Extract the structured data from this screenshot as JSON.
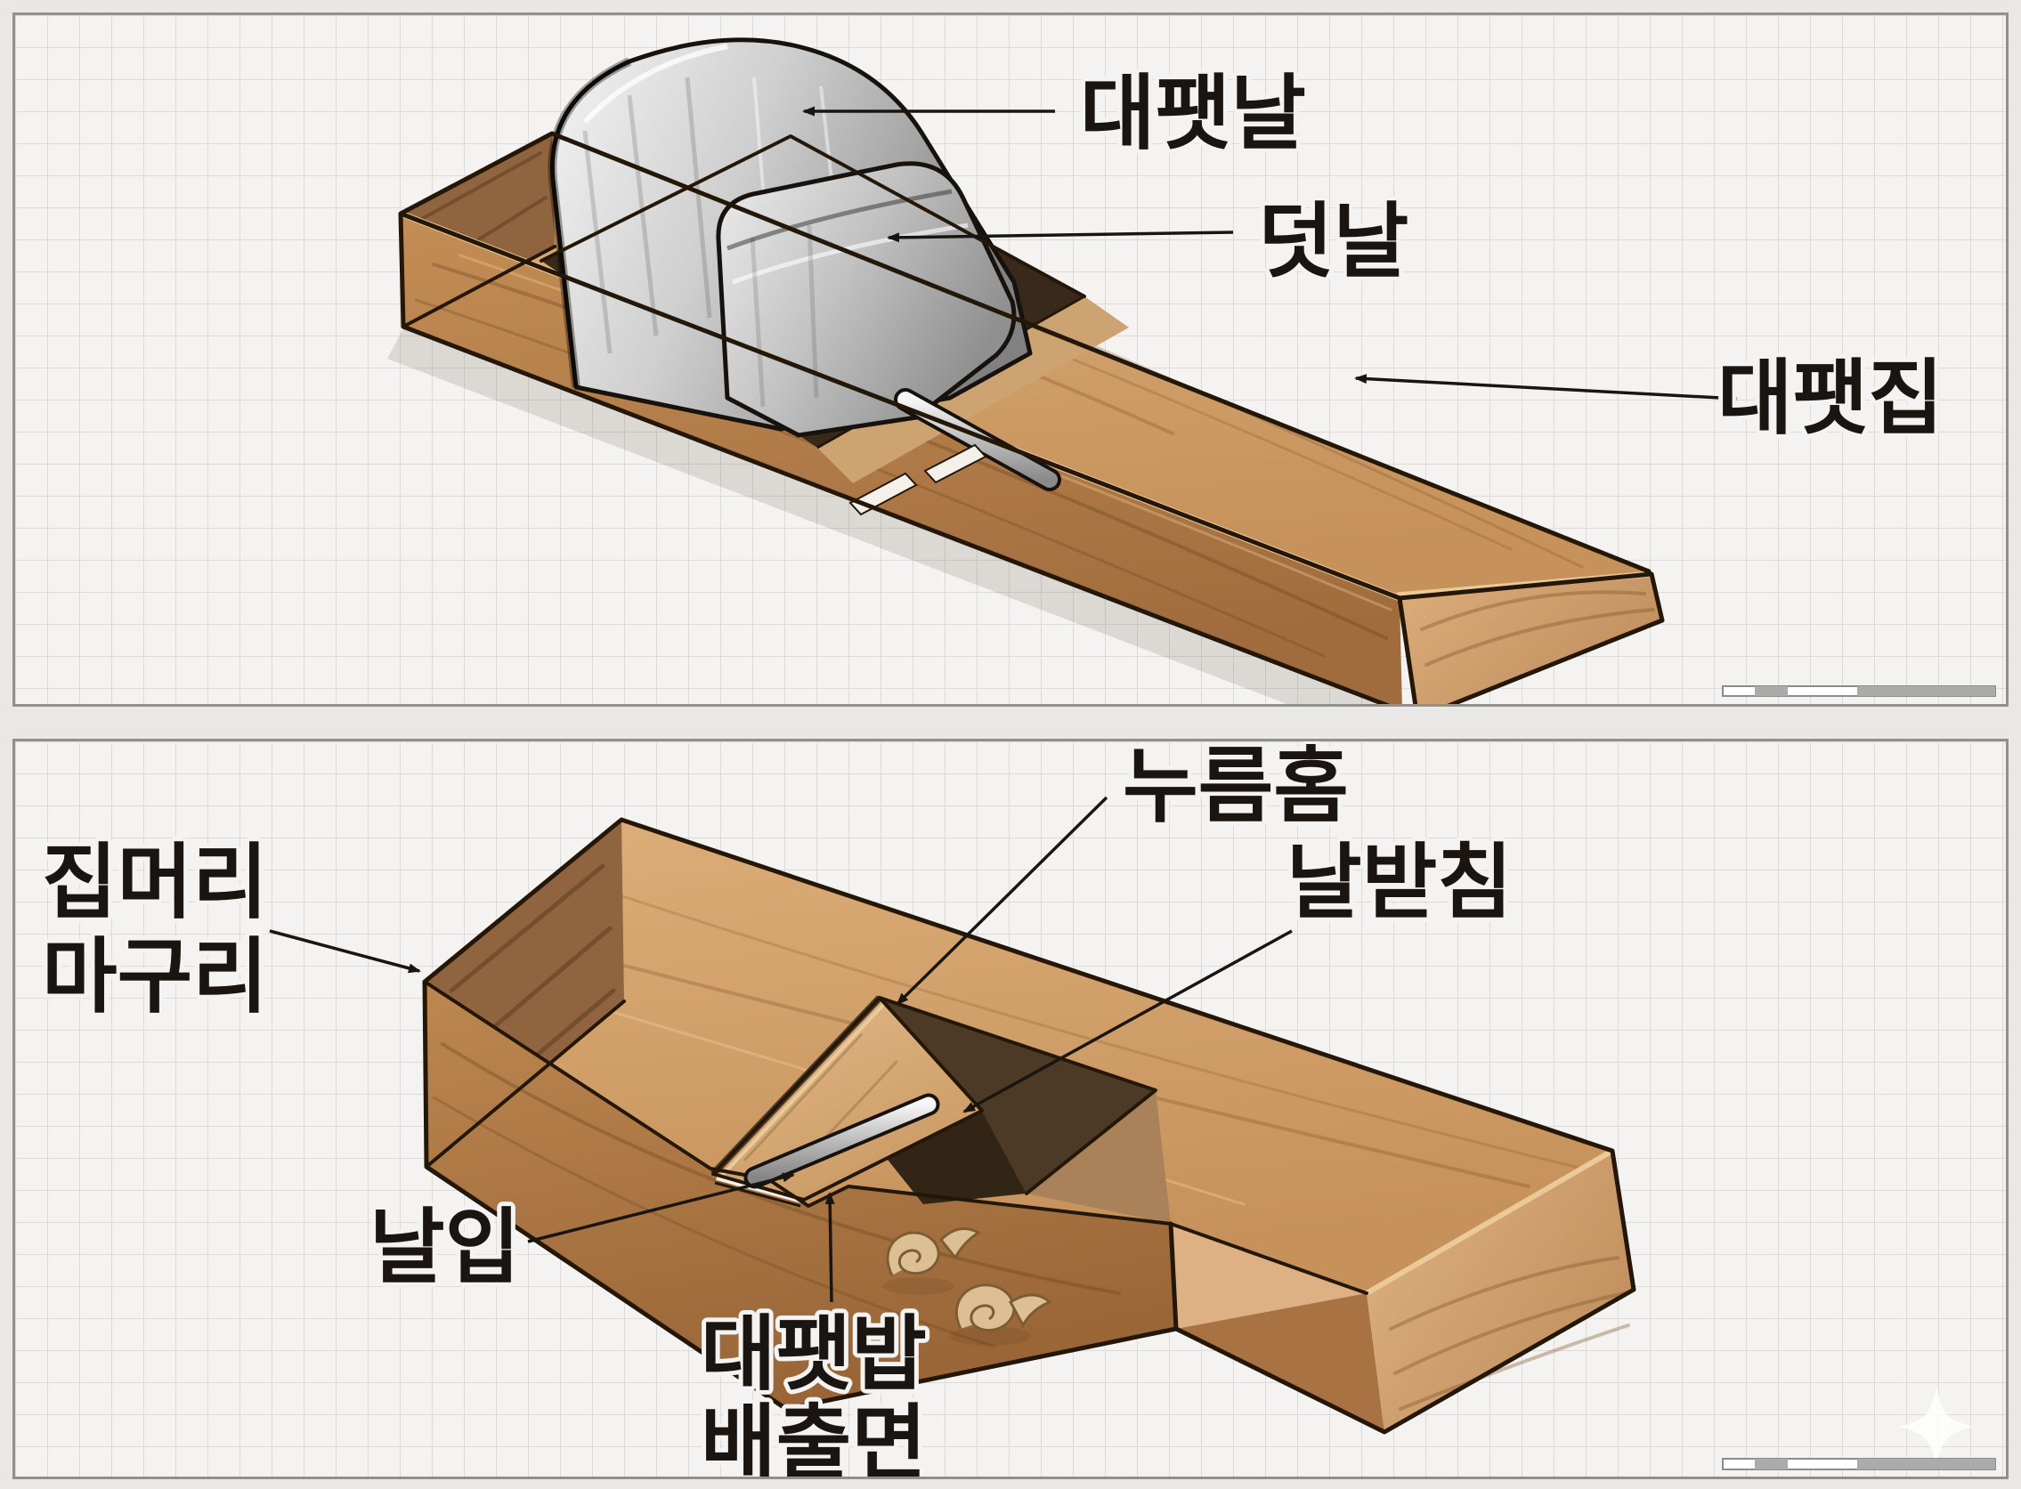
{
  "figure": {
    "description": "Two-panel diagram of a Korean wooden hand plane (daepae) with labeled parts",
    "background": "grid paper"
  },
  "panels": {
    "top": {
      "labels": {
        "blade": "대팻날",
        "cap_iron": "덧날",
        "plane_body": "대팻집"
      }
    },
    "bottom": {
      "labels": {
        "head_end_line1": "집머리",
        "head_end_line2": "마구리",
        "pressure_groove": "누름홈",
        "blade_support": "날받침",
        "mouth": "날입",
        "shaving_exit_line1": "대팻밥",
        "shaving_exit_line2": "배출면"
      }
    }
  },
  "colors": {
    "page_background": "#e9e8e6",
    "panel_background": "#f4f3f1",
    "grid_line": "#dbdbd9",
    "panel_border": "#90908e",
    "wood_top": "#d2a06b",
    "wood_front": "#b07c49",
    "wood_end_grain": "#d3a472",
    "wood_dark_end": "#8e6239",
    "throat_shadow": "#38291b",
    "steel_light": "#f2f2f2",
    "steel_dark": "#8e8e8e",
    "line_and_text": "#1a1511",
    "watermark": "#ffffff"
  },
  "icons": {
    "watermark": "four-point-star-icon",
    "scale_bar": "alternating segment scale bar"
  }
}
